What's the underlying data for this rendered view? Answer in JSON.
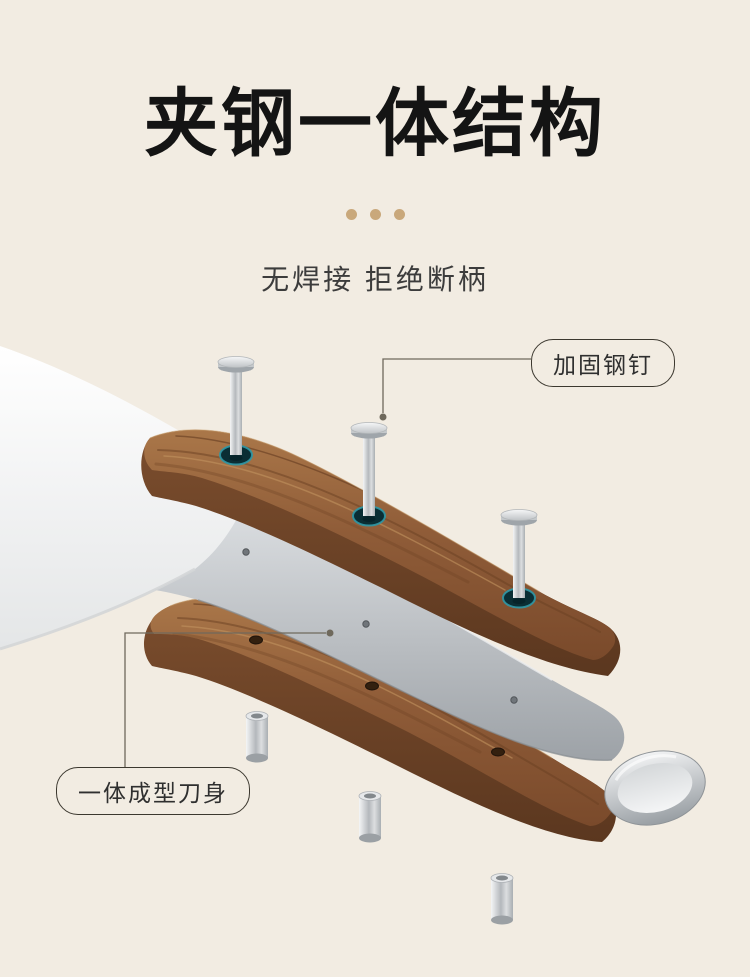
{
  "header": {
    "title": "夹钢一体结构",
    "subtitle": "无焊接 拒绝断柄"
  },
  "callouts": {
    "rivet": "加固钢钉",
    "blade": "一体成型刀身"
  },
  "colors": {
    "background": "#f2ece2",
    "accent_dot": "#c9a87b",
    "title_text": "#141414",
    "wood": "#8a5634",
    "steel": "#b9bdc1",
    "hole_teal": "#2f98a6",
    "leader_line": "#6f695c"
  }
}
